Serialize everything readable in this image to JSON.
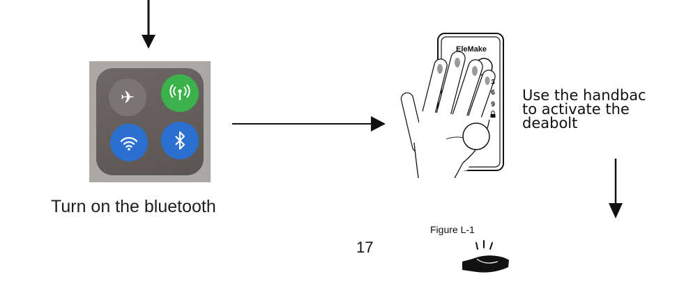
{
  "step_bluetooth": {
    "caption": "Turn on the bluetooth"
  },
  "control_center": {
    "tiles": [
      {
        "icon": "airplane-icon",
        "color": "#7a7573"
      },
      {
        "icon": "cellular-icon",
        "color": "#3db24c"
      },
      {
        "icon": "wifi-icon",
        "color": "#2b6fd1"
      },
      {
        "icon": "bluetooth-icon",
        "color": "#2b6fd1"
      }
    ]
  },
  "step_handback": {
    "caption_lines": [
      "Use the handbac",
      "to activate the",
      "deabolt"
    ]
  },
  "figure": {
    "label": "Figure L-1",
    "device_brand": "EleMake",
    "device_keys": [
      "3",
      "6",
      "9"
    ],
    "device_bottom_icon": "lock-icon",
    "hand_icon": "palm-up-hand-icon"
  },
  "page_number": "17"
}
